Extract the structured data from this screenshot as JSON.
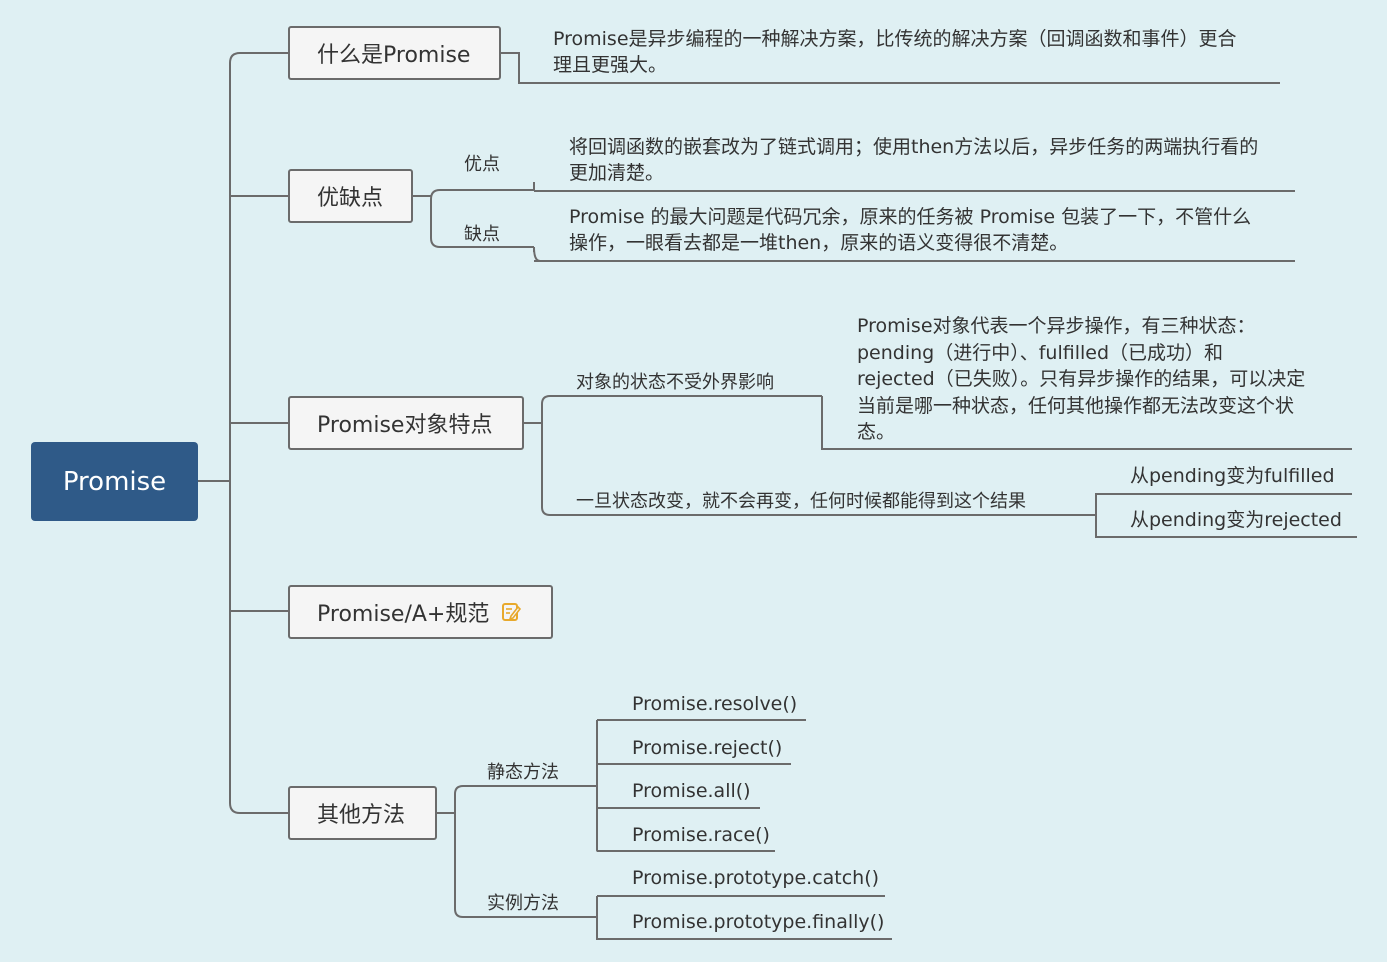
{
  "colors": {
    "background": "#dff0f3",
    "root_fill": "#2f5a88",
    "node_fill": "#f5f5f5",
    "line": "#6b6b6b",
    "note_icon": "#e8a92c"
  },
  "root": {
    "label": "Promise"
  },
  "branches": {
    "what": {
      "label": "什么是Promise",
      "desc_line1": "Promise是异步编程的一种解决方案，比传统的解决方案（回调函数和事件）更合",
      "desc_line2": "理且更强大。"
    },
    "proscons": {
      "label": "优缺点",
      "pros_label": "优点",
      "pros_line1": "将回调函数的嵌套改为了链式调用；使用then方法以后，异步任务的两端执行看的",
      "pros_line2": "更加清楚。",
      "cons_label": "缺点",
      "cons_line1": "Promise 的最大问题是代码冗余，原来的任务被 Promise 包装了一下，不管什么",
      "cons_line2": "操作，一眼看去都是一堆then，原来的语义变得很不清楚。"
    },
    "features": {
      "label": "Promise对象特点",
      "f1_label": "对象的状态不受外界影响",
      "f1_line1": "Promise对象代表一个异步操作，有三种状态：",
      "f1_line2": "pending（进行中）、fulfilled（已成功）和",
      "f1_line3": "rejected（已失败）。只有异步操作的结果，可以决定",
      "f1_line4": "当前是哪一种状态，任何其他操作都无法改变这个状",
      "f1_line5": "态。",
      "f2_label": "一旦状态改变，就不会再变，任何时候都能得到这个结果",
      "f2_child1": "从pending变为fulfilled",
      "f2_child2": "从pending变为rejected"
    },
    "spec": {
      "label": "Promise/A+规范",
      "icon": "note-icon"
    },
    "methods": {
      "label": "其他方法",
      "static_label": "静态方法",
      "static_items": [
        "Promise.resolve()",
        "Promise.reject()",
        "Promise.all()",
        "Promise.race()"
      ],
      "instance_label": "实例方法",
      "instance_items": [
        "Promise.prototype.catch()",
        "Promise.prototype.finally()"
      ]
    }
  }
}
